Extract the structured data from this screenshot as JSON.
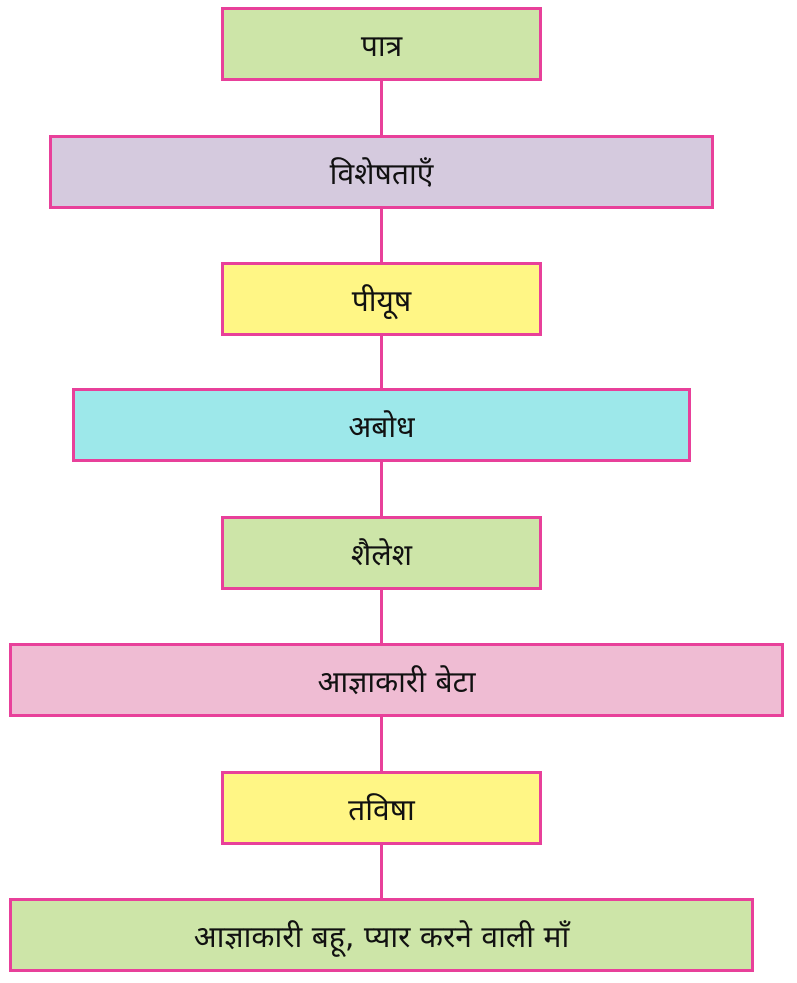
{
  "colors": {
    "border": "#e8409a",
    "green": "#cde5a8",
    "lavender": "#d5cade",
    "yellow": "#fff685",
    "cyan": "#9de8ea",
    "pink": "#efbcd3"
  },
  "nodes": [
    {
      "label": "पात्र",
      "color": "#cde5a8"
    },
    {
      "label": "विशेषताएँ",
      "color": "#d5cade"
    },
    {
      "label": "पीयूष",
      "color": "#fff685"
    },
    {
      "label": "अबोध",
      "color": "#9de8ea"
    },
    {
      "label": "शैलेश",
      "color": "#cde5a8"
    },
    {
      "label": "आज्ञाकारी बेटा",
      "color": "#efbcd3"
    },
    {
      "label": "तविषा",
      "color": "#fff685"
    },
    {
      "label": "आज्ञाकारी बहू, प्यार करने वाली माँ",
      "color": "#cde5a8"
    }
  ]
}
